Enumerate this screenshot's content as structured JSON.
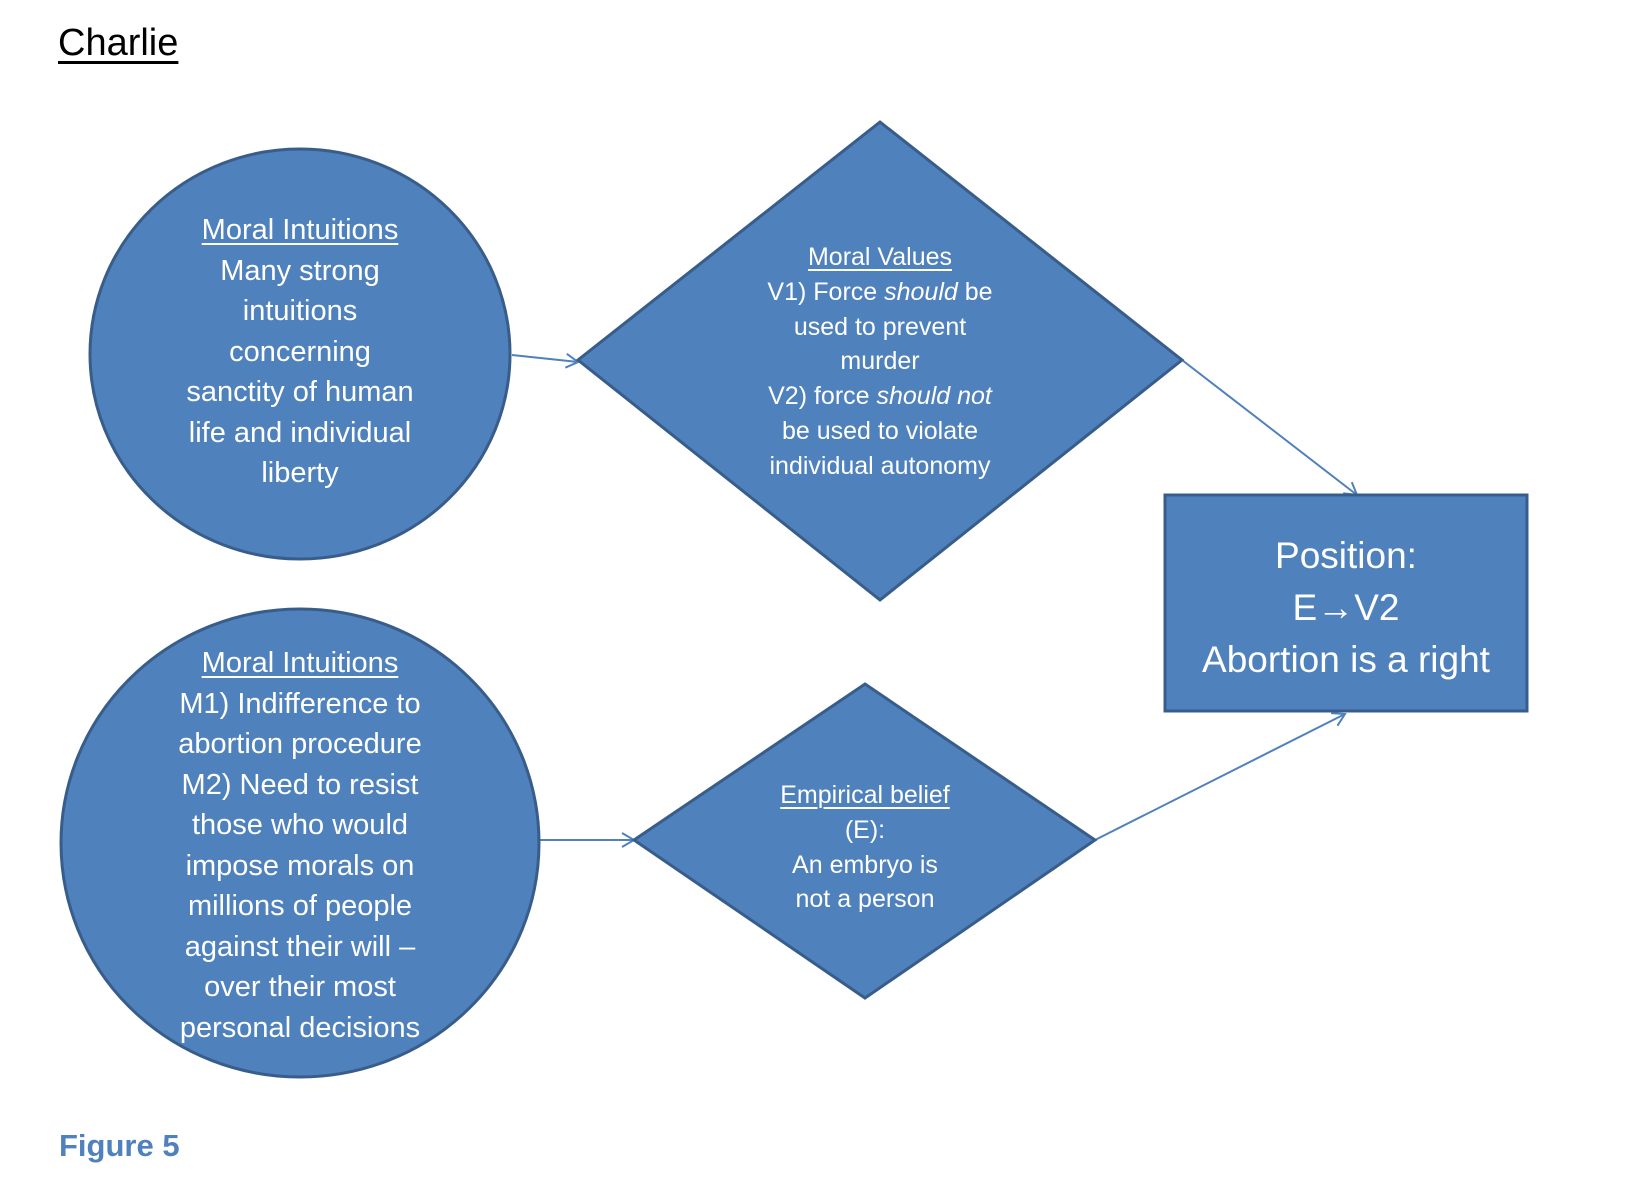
{
  "title": "Charlie",
  "caption": "Figure 5",
  "colors": {
    "fill": "#4f81bd",
    "stroke": "#385d8a",
    "arrow": "#4f81bd",
    "caption": "#4f81bd"
  },
  "nodes": {
    "intuitions_top": {
      "shape": "circle",
      "heading": "Moral Intuitions",
      "lines": [
        "Many strong",
        "intuitions",
        "concerning",
        "sanctity of human",
        "life and individual",
        "liberty"
      ]
    },
    "intuitions_bottom": {
      "shape": "circle",
      "heading": "Moral Intuitions",
      "lines": [
        "M1) Indifference to",
        "abortion procedure",
        "M2) Need to resist",
        "those who would",
        "impose morals on",
        "millions of people",
        "against their will –",
        "over their most",
        "personal decisions"
      ]
    },
    "values": {
      "shape": "diamond",
      "heading": "Moral Values",
      "v1_pre": "V1) Force ",
      "v1_em": "should",
      "v1_post": " be",
      "v1_line2": "used to prevent",
      "v1_line3": "murder",
      "v2_pre": "V2) force ",
      "v2_em": "should not",
      "v2_line2": "be used to violate",
      "v2_line3": "individual autonomy"
    },
    "empirical": {
      "shape": "diamond",
      "heading": "Empirical belief",
      "lines": [
        "(E):",
        "An embryo is",
        "not a person"
      ]
    },
    "position": {
      "shape": "rectangle",
      "lines": [
        "Position:",
        "E→V2",
        "Abortion is a right"
      ]
    }
  },
  "edges": [
    {
      "from": "intuitions_top",
      "to": "values"
    },
    {
      "from": "values",
      "to": "position"
    },
    {
      "from": "intuitions_bottom",
      "to": "empirical"
    },
    {
      "from": "empirical",
      "to": "position"
    }
  ]
}
